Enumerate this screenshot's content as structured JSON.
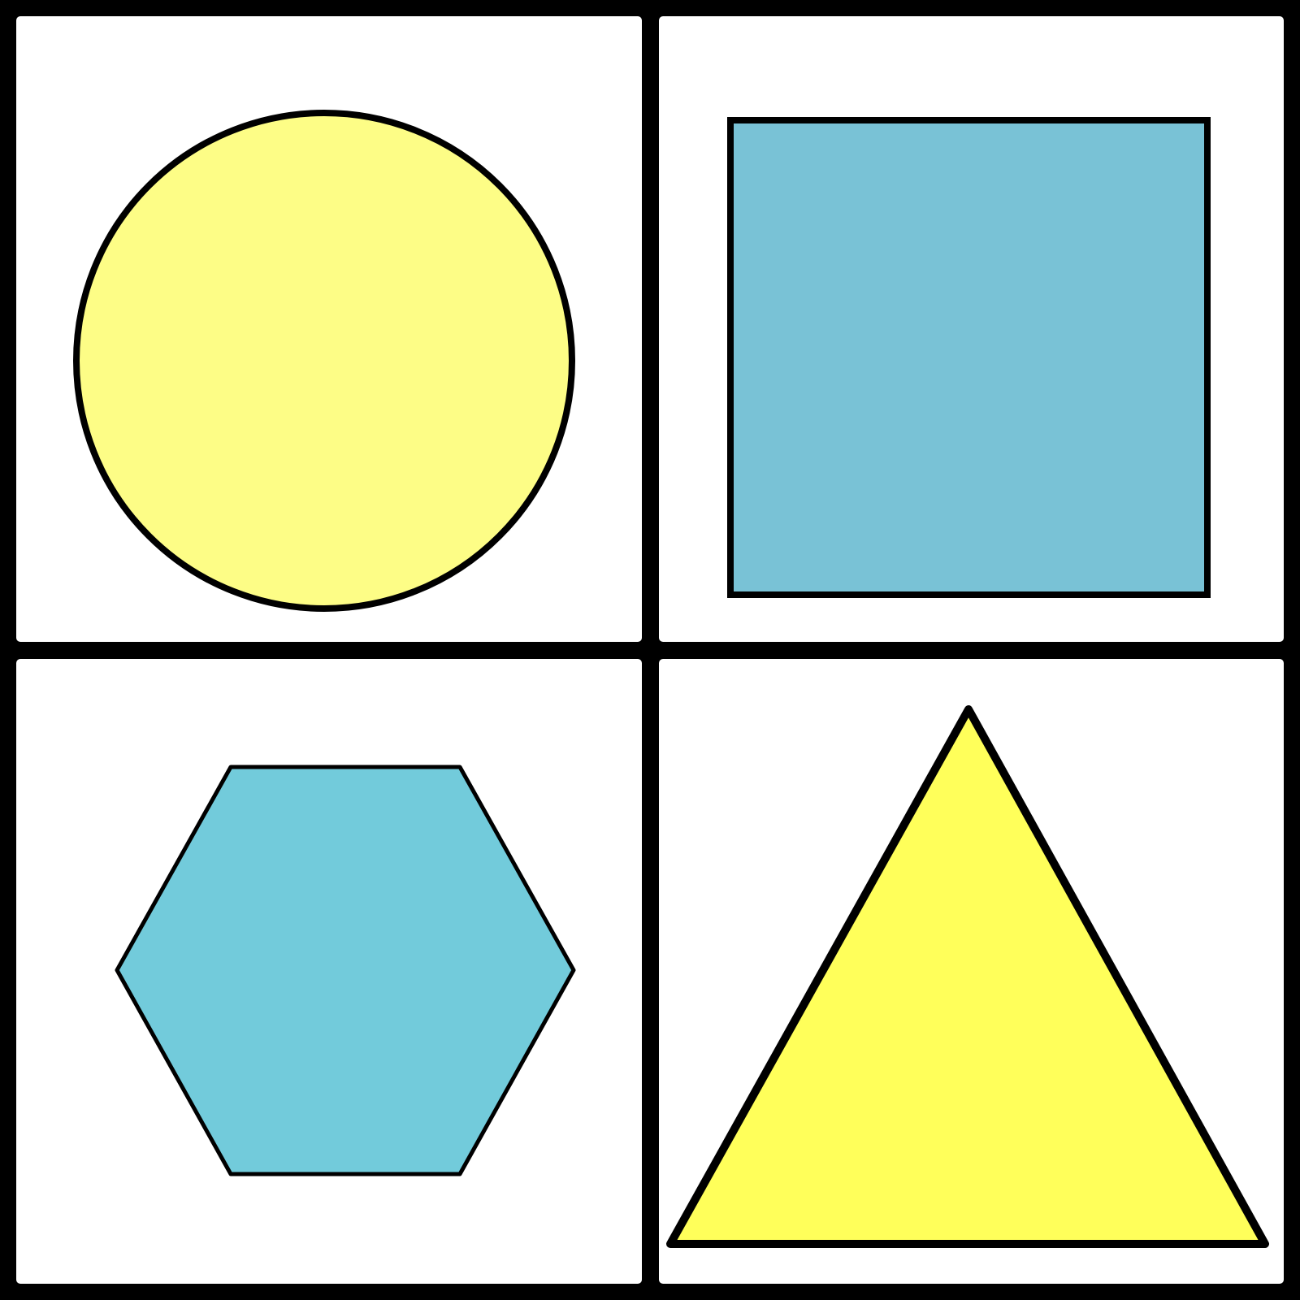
{
  "board": {
    "background_color": "#000000",
    "panel_color": "#ffffff",
    "outline_color": "#000000"
  },
  "shapes": [
    {
      "shape": "circle",
      "fill": "#fdfd86",
      "position": "top-left"
    },
    {
      "shape": "square",
      "fill": "#79c2d6",
      "position": "top-right"
    },
    {
      "shape": "hexagon",
      "fill": "#72cbdb",
      "position": "bottom-left"
    },
    {
      "shape": "triangle",
      "fill": "#ffff5a",
      "position": "bottom-right"
    }
  ]
}
